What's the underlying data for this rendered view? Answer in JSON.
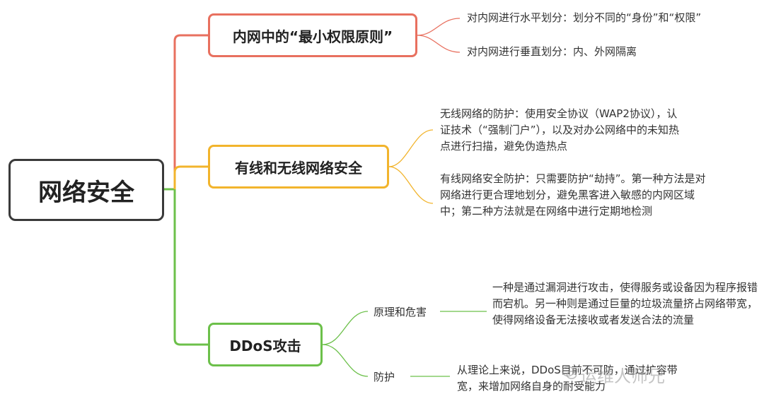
{
  "root": "网络安全",
  "branches": [
    {
      "label": "内网中的“最小权限原则”",
      "color": "#e8705f",
      "notes": [
        "对内网进行水平划分：划分不同的“身份”和“权限”",
        "对内网进行垂直划分：内、外网隔离"
      ]
    },
    {
      "label": "有线和无线网络安全",
      "color": "#f2b42c",
      "notes": [
        "无线网络的防护：使用安全协议（WAP2协议），认证技术（“强制门户”），以及对办公网络中的未知热点进行扫描，避免伪造热点",
        "有线网络安全防护：只需要防护“劫持”。第一种方法是对网络进行更合理地划分，避免黑客进入敏感的内网区域中；第二种方法就是在网络中进行定期地检测"
      ]
    },
    {
      "label": "DDoS攻击",
      "color": "#6cc04a",
      "children": [
        {
          "label": "原理和危害",
          "note": "一种是通过漏洞进行攻击，使得服务或设备因为程序报错而宕机。另一种则是通过巨量的垃圾流量挤占网络带宽，使得网络设备无法接收或者发送合法的流量"
        },
        {
          "label": "防护",
          "note": "从理论上来说，DDoS目前不可防，通过扩容带宽，来增加网络自身的耐受能力"
        }
      ]
    }
  ],
  "watermark": "运维人师兄"
}
